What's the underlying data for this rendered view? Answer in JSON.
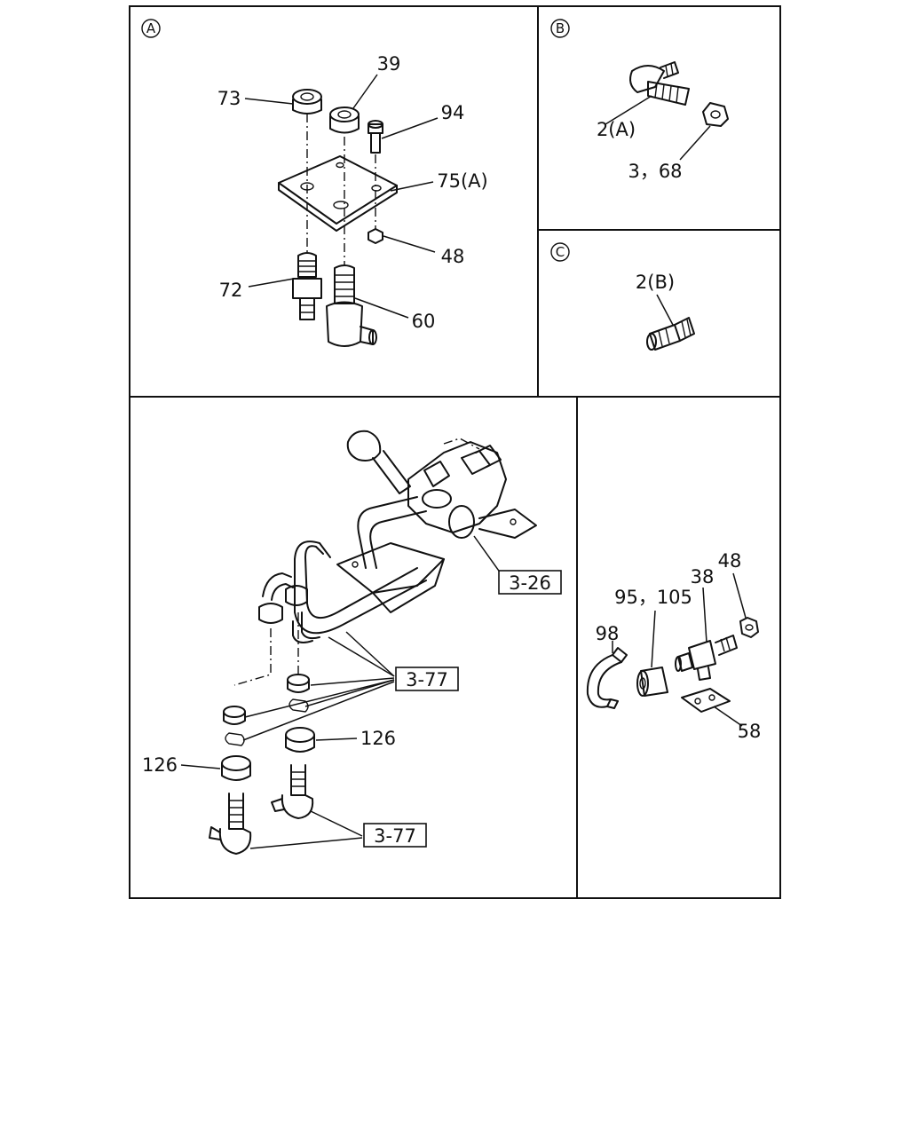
{
  "sections": {
    "a": "A",
    "b": "B",
    "c": "C"
  },
  "labels": {
    "p73": "73",
    "p39": "39",
    "p94": "94",
    "p75a": "75(A)",
    "p48a": "48",
    "p72": "72",
    "p60": "60",
    "p2a": "2(A)",
    "p3_68": "3，68",
    "p2b": "2(B)",
    "p48b": "48",
    "p38": "38",
    "p95_105": "95，105",
    "p98": "98",
    "p58": "58",
    "p126a": "126",
    "p126b": "126"
  },
  "refs": {
    "r326": "3-26",
    "r377a": "3-77",
    "r377b": "3-77"
  }
}
